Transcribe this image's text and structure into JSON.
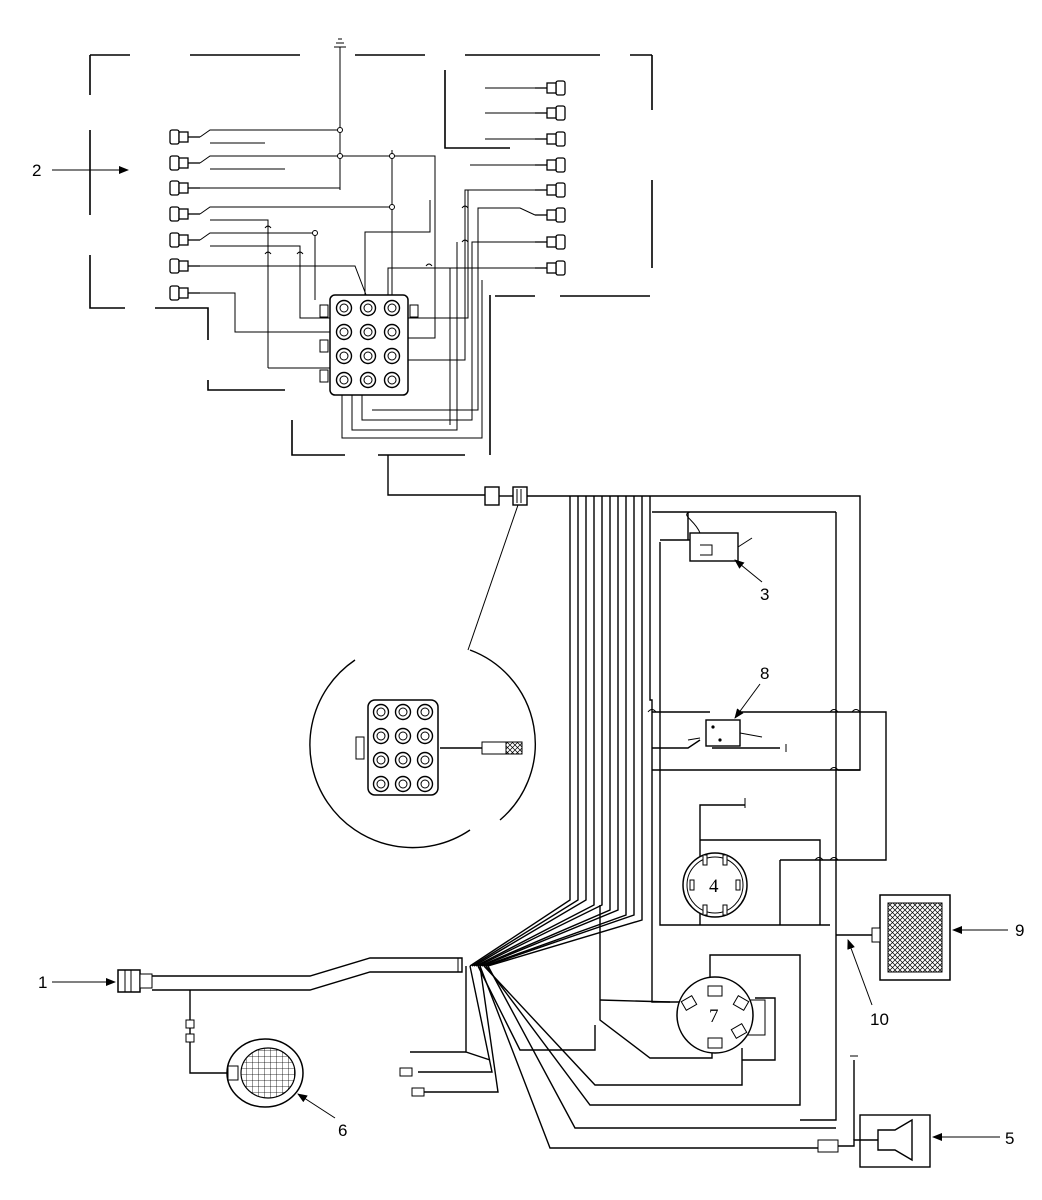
{
  "diagram": {
    "callouts": [
      {
        "id": "c1",
        "text": "1"
      },
      {
        "id": "c2",
        "text": "2"
      },
      {
        "id": "c3",
        "text": "3"
      },
      {
        "id": "c4",
        "text": "4"
      },
      {
        "id": "c5",
        "text": "5"
      },
      {
        "id": "c6",
        "text": "6"
      },
      {
        "id": "c7",
        "text": "7"
      },
      {
        "id": "c8",
        "text": "8"
      },
      {
        "id": "c9",
        "text": "9"
      },
      {
        "id": "c10",
        "text": "10"
      }
    ],
    "colors": {
      "line": "#000000",
      "background": "#ffffff"
    }
  }
}
